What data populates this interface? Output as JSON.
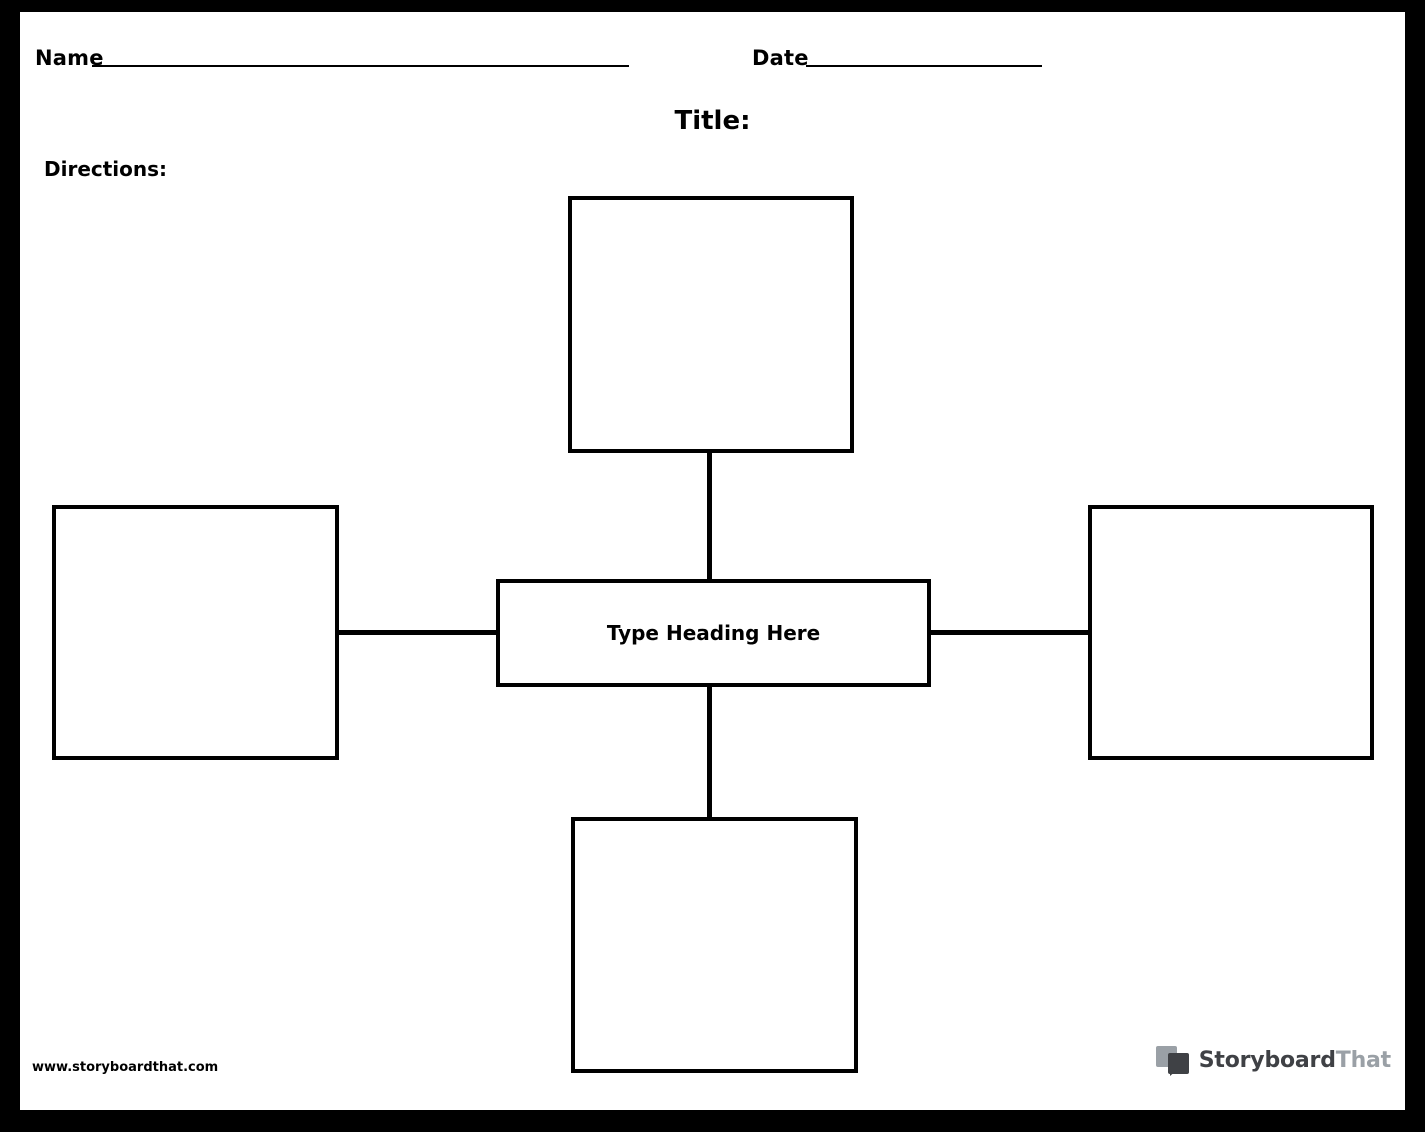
{
  "worksheet": {
    "name_label": "Name",
    "date_label": "Date",
    "title_label": "Title:",
    "directions_label": "Directions:",
    "name_value": "",
    "date_value": ""
  },
  "diagram": {
    "center": {
      "label": "Type Heading Here"
    },
    "boxes": [
      {
        "id": "top",
        "label": ""
      },
      {
        "id": "left",
        "label": ""
      },
      {
        "id": "right",
        "label": ""
      },
      {
        "id": "bottom",
        "label": ""
      }
    ]
  },
  "footer": {
    "url": "www.storyboardthat.com",
    "brand_part1": "Storyboard",
    "brand_part2": "That",
    "brand_icon": "speech-bubbles-icon"
  },
  "colors": {
    "ink": "#000000",
    "paper": "#ffffff",
    "page_border": "#000000",
    "brand_dark": "#3f4145",
    "brand_light": "#9aa0a6"
  }
}
